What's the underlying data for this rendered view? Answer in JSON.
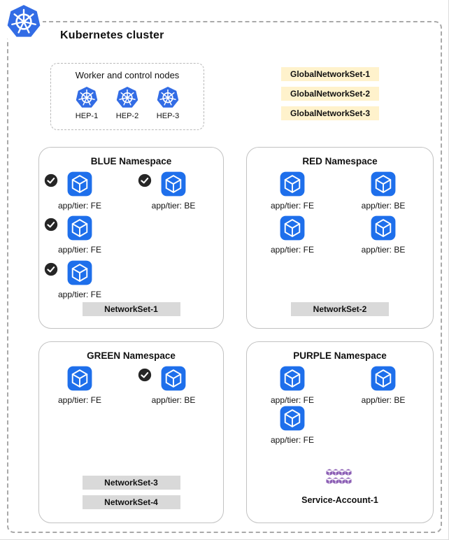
{
  "cluster": {
    "title": "Kubernetes cluster"
  },
  "nodes_panel": {
    "title": "Worker and control nodes",
    "nodes": [
      {
        "label": "HEP-1"
      },
      {
        "label": "HEP-2"
      },
      {
        "label": "HEP-3"
      }
    ]
  },
  "global_network_sets": {
    "items": [
      {
        "label": "GlobalNetworkSet-1"
      },
      {
        "label": "GlobalNetworkSet-2"
      },
      {
        "label": "GlobalNetworkSet-3"
      }
    ]
  },
  "namespaces": [
    {
      "title": "BLUE Namespace",
      "pods": [
        {
          "label": "app/tier: FE",
          "checked": true
        },
        {
          "label": "app/tier: BE",
          "checked": true
        },
        {
          "label": "app/tier: FE",
          "checked": true
        },
        {
          "label": "app/tier: FE",
          "checked": true
        }
      ],
      "network_sets": [
        {
          "label": "NetworkSet-1"
        }
      ]
    },
    {
      "title": "RED Namespace",
      "pods": [
        {
          "label": "app/tier: FE",
          "checked": false
        },
        {
          "label": "app/tier: BE",
          "checked": false
        },
        {
          "label": "app/tier: FE",
          "checked": false
        },
        {
          "label": "app/tier: BE",
          "checked": false
        }
      ],
      "network_sets": [
        {
          "label": "NetworkSet-2"
        }
      ]
    },
    {
      "title": "GREEN Namespace",
      "pods": [
        {
          "label": "app/tier: FE",
          "checked": false
        },
        {
          "label": "app/tier: BE",
          "checked": true
        }
      ],
      "network_sets": [
        {
          "label": "NetworkSet-3"
        },
        {
          "label": "NetworkSet-4"
        }
      ]
    },
    {
      "title": "PURPLE Namespace",
      "pods": [
        {
          "label": "app/tier: FE",
          "checked": false
        },
        {
          "label": "app/tier: BE",
          "checked": false
        },
        {
          "label": "app/tier: FE",
          "checked": false
        }
      ],
      "network_sets": [],
      "service_account": {
        "label": "Service-Account-1"
      }
    }
  ],
  "colors": {
    "k8s_blue": "#326CE5",
    "pod_blue": "#1E6FEB",
    "global_set_bg": "#FFF2CC",
    "network_set_bg": "#D9D9D9",
    "check_bg": "#262626",
    "sa_purple": "#8C5FB5"
  }
}
